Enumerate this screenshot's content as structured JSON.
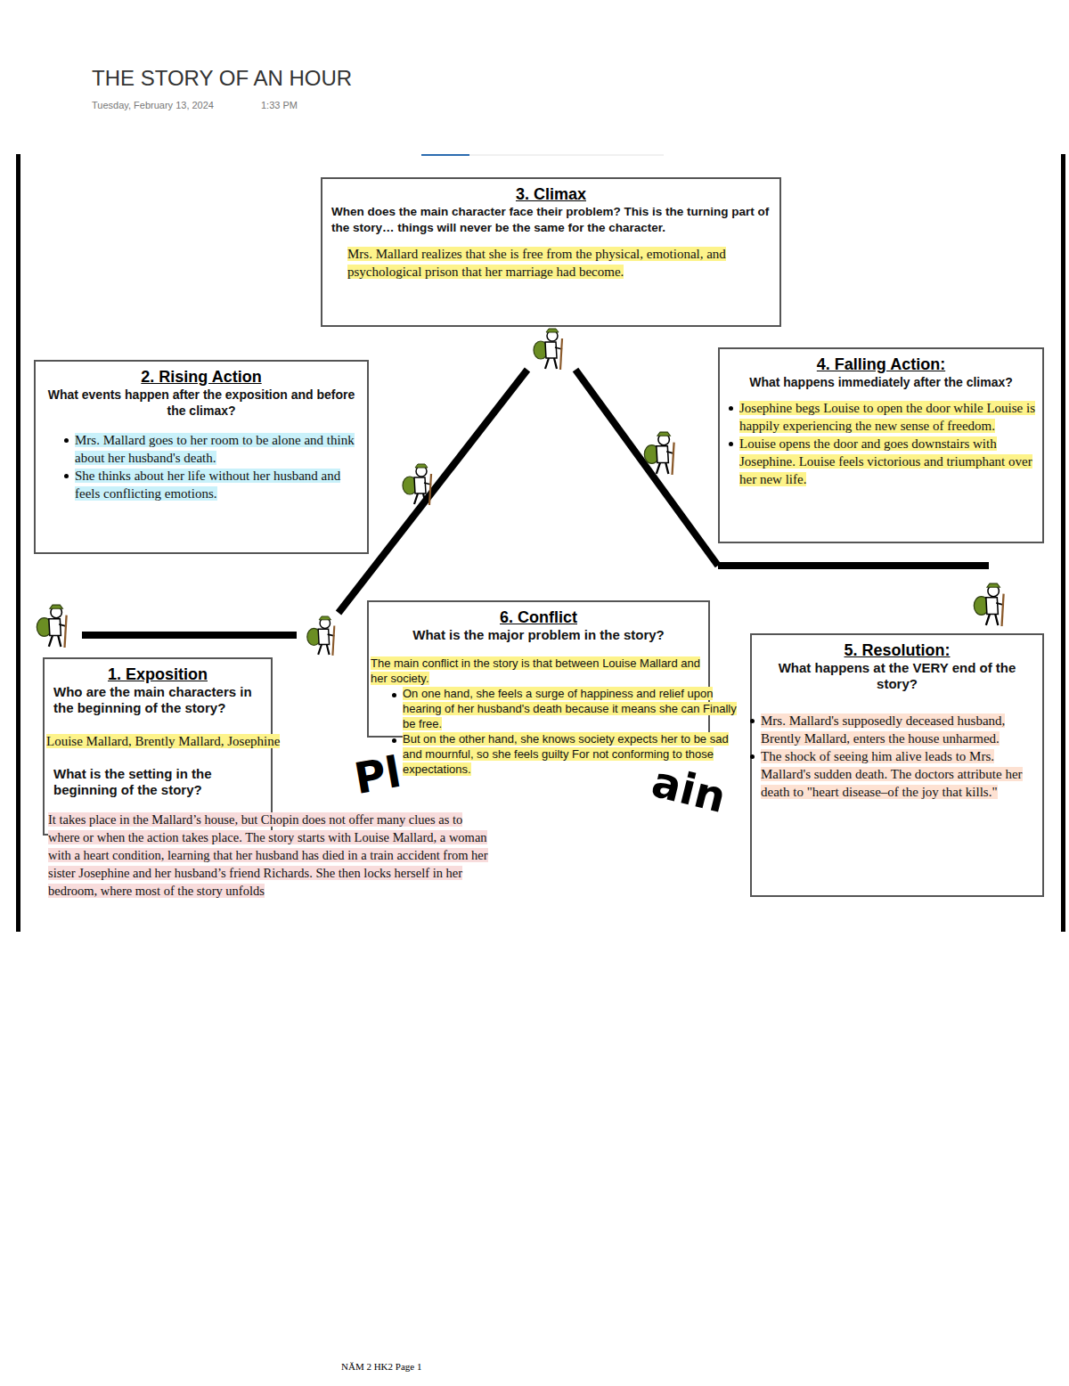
{
  "diagram": {
    "title": "THE STORY OF AN HOUR",
    "nodes": [
      {
        "text": [
          "3. Climax",
          "When does the main character face their problem? This is the turning part of the story… things will never be the same for the character.",
          "Mrs. Mallard realizes that she is free from the physical, emotional, and psychological prison that her marriage had become."
        ]
      },
      {
        "text": [
          "2. Rising Action",
          "What events happen after the exposition and before the climax?",
          "Mrs. Mallard goes to her room to be alone and think about her husband's death.",
          "She thinks about her life without her husband and feels conflicting emotions."
        ]
      },
      {
        "text": [
          "4. Falling Action:",
          "What happens immediately after the climax?",
          "Josephine begs Louise to open the door while Louise is happily experiencing the new sense of freedom.",
          "Louise opens the door and goes downstairs with Josephine. Louise feels victorious and triumphant over her new life."
        ]
      },
      {
        "text": [
          "6. Conflict",
          "What is the major problem in the story?",
          "The main conflict in the story is that between Louise Mallard and her society.",
          "On one hand, she feels a surge of happiness and relief upon hearing of her husband's death because it means she can Finally be free.",
          "But on the other hand, she knows society expects her to be sad and mournful, so she feels guilty For not conforming to those expectations."
        ]
      },
      {
        "text": [
          "1. Exposition",
          "Who are the main characters in the beginning of the story?",
          "Louise Mallard, Brently Mallard, Josephine",
          "What is the setting in the beginning of the story?",
          "It takes place in the Mallard’s house, but Chopin does not offer many clues as to where or when the action takes place. The story starts with Louise Mallard, a woman with a heart condition, learning that her husband has died in a train accident from her sister Josephine and her husband’s friend Richards. She then locks herself in her bedroom, where most of the story unfolds"
        ]
      },
      {
        "text": [
          "5. Resolution:",
          "What happens at the VERY end of the story?",
          "Mrs. Mallard's supposedly deceased husband, Brently Mallard, enters the house unharmed.",
          "The shock of seeing him alive leads to Mrs. Mallard's sudden death. The doctors attribute her death to \"heart disease–of the joy that kills.\""
        ]
      }
    ],
    "labels": [
      "Tuesday, February 13, 2024",
      "1:33 PM",
      "Pl",
      "ain",
      "NĂM 2 HK2 Page 1"
    ]
  }
}
